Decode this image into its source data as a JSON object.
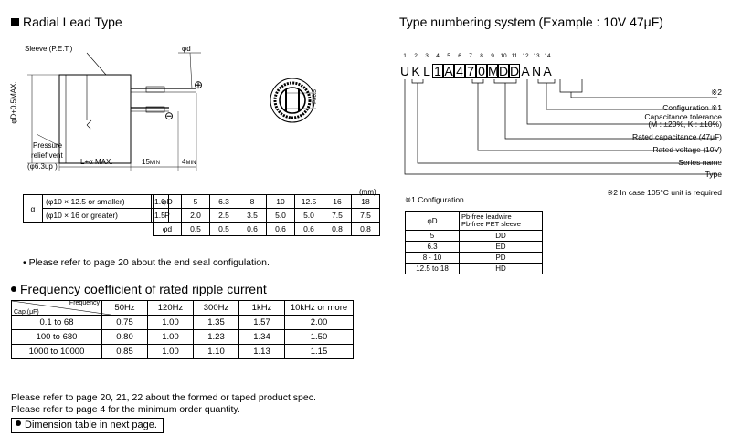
{
  "left_title": "Radial Lead Type",
  "right_title": "Type numbering system (Example : 10V 47μF)",
  "drawing": {
    "sleeve": "Sleeve (P.E.T.)",
    "phi_d": "φd",
    "phi_D_max": "φD+0.5MAX.",
    "pressure1": "Pressure",
    "pressure2": "relief vent",
    "pressure3": "(φ6.3up )",
    "L_label": "L+α MAX.",
    "fifteen": "15",
    "fifteen_sub": "MIN",
    "four": "4",
    "four_sub": "MIN",
    "plus": "⊕",
    "minus": "⊖",
    "p_label": "P±0.5"
  },
  "mm": "(mm)",
  "alpha_table": {
    "alpha": "α",
    "rows": [
      {
        "cond": "(φ10 × 12.5 or smaller)",
        "val": "1.0"
      },
      {
        "cond": "(φ10 × 16 or greater)",
        "val": "1.5"
      }
    ]
  },
  "dim_table": {
    "rows": [
      {
        "head": "φD",
        "vals": [
          "5",
          "6.3",
          "8",
          "10",
          "12.5",
          "16",
          "18"
        ]
      },
      {
        "head": "P",
        "vals": [
          "2.0",
          "2.5",
          "3.5",
          "5.0",
          "5.0",
          "7.5",
          "7.5"
        ]
      },
      {
        "head": "φd",
        "vals": [
          "0.5",
          "0.5",
          "0.6",
          "0.6",
          "0.6",
          "0.8",
          "0.8"
        ]
      }
    ]
  },
  "seal_note": "• Please refer to page 20 about the end seal configulation.",
  "freq_title": "Frequency coefficient of rated ripple current",
  "freq_table": {
    "corner_top": "Frequency",
    "corner_bottom": "Cap.(μF)",
    "headers": [
      "50Hz",
      "120Hz",
      "300Hz",
      "1kHz",
      "10kHz or more"
    ],
    "rows": [
      {
        "cap": "0.1 to 68",
        "vals": [
          "0.75",
          "1.00",
          "1.35",
          "1.57",
          "2.00"
        ]
      },
      {
        "cap": "100 to 680",
        "vals": [
          "0.80",
          "1.00",
          "1.23",
          "1.34",
          "1.50"
        ]
      },
      {
        "cap": "1000 to 10000",
        "vals": [
          "0.85",
          "1.00",
          "1.10",
          "1.13",
          "1.15"
        ]
      }
    ]
  },
  "bottom_notes": {
    "line1": "Please refer to page 20, 21, 22 about the formed or taped product spec.",
    "line2": "Please refer to page 4 for the minimum order quantity.",
    "next_page": "Dimension table in next page."
  },
  "type_numbering": {
    "positions": [
      "1",
      "2",
      "3",
      "4",
      "5",
      "6",
      "7",
      "8",
      "9",
      "10",
      "11",
      "12",
      "13",
      "14"
    ],
    "chars": [
      "U",
      "K",
      "L",
      "1",
      "A",
      "4",
      "7",
      "0",
      "M",
      "D",
      "D",
      "A",
      "N",
      "A"
    ],
    "labels": [
      "※2",
      "Configuration ※1",
      "Capacitance tolerance",
      "(M : ±20%, K : ±10%)",
      "Rated capacitance (47μF)",
      "Rated voltage (10V)",
      "Series name",
      "Type"
    ],
    "note2": "※2 In case 105°C unit is required"
  },
  "config": {
    "title": "※1 Configuration",
    "head_left": "φD",
    "head_right1": "Pb-free leadwire",
    "head_right2": "Pb-free PET sleeve",
    "rows": [
      {
        "d": "5",
        "code": "DD"
      },
      {
        "d": "6.3",
        "code": "ED"
      },
      {
        "d": "8 · 10",
        "code": "PD"
      },
      {
        "d": "12.5 to 18",
        "code": "HD"
      }
    ]
  }
}
